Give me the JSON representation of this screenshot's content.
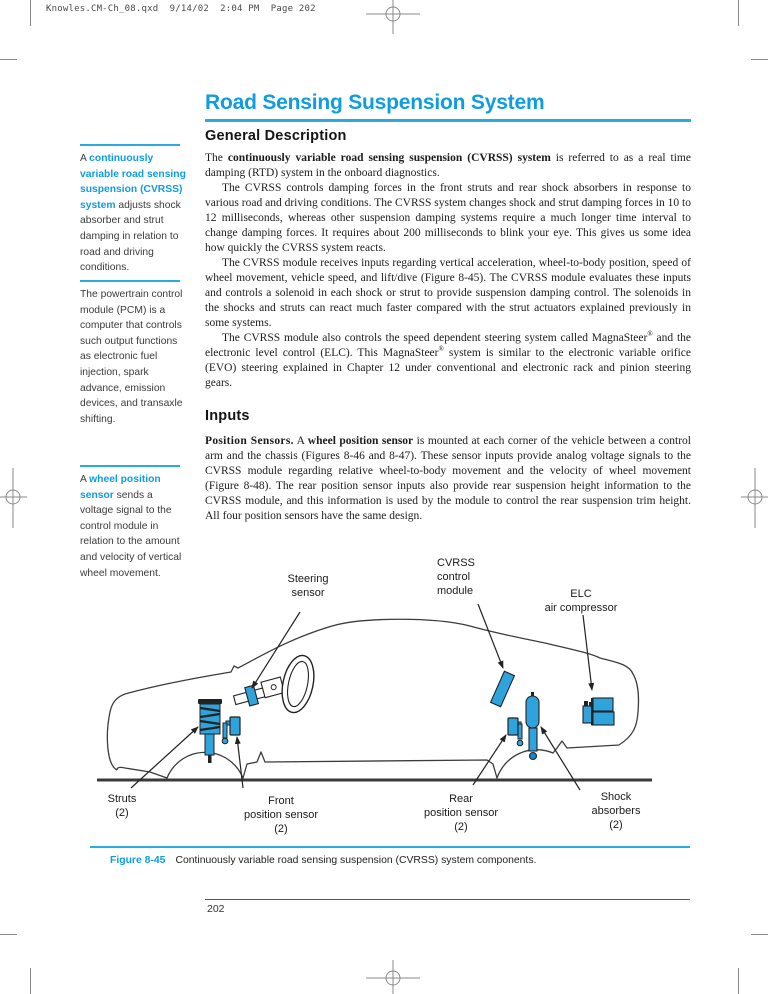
{
  "page": {
    "slug": "Knowles.CM-Ch_08.qxd  9/14/02  2:04 PM  Page 202",
    "number": "202"
  },
  "title": "Road Sensing Suspension System",
  "sidebar": [
    {
      "pre": "A ",
      "term": "continuously variable road sensing suspension (CVRSS) system",
      "post": " adjusts shock absorber and strut damping in relation to road and driving conditions."
    },
    {
      "pre": "",
      "term": "",
      "post": "The powertrain control module (PCM) is a computer that controls such output functions as electronic fuel injection, spark advance, emission devices, and transaxle shifting."
    },
    {
      "pre": "A ",
      "term": "wheel position sensor",
      "post": " sends a voltage signal to the control module in relation to the amount and velocity of vertical wheel movement."
    }
  ],
  "general_description": {
    "heading": "General Description",
    "p1_pre": "The ",
    "p1_bold": "continuously variable road sensing suspension (CVRSS) system",
    "p1_post": " is referred to as a real time damping (RTD) system in the onboard diagnostics.",
    "p2": "The CVRSS controls damping forces in the front struts and rear shock absorbers in response to various road and driving conditions. The CVRSS system changes shock and strut damping forces in 10 to 12 milliseconds, whereas other suspension damping systems require a much longer time interval to change damping forces. It requires about 200 milliseconds to blink your eye. This gives us some idea how quickly the CVRSS system reacts.",
    "p3": "The CVRSS module receives inputs regarding vertical acceleration, wheel-to-body position, speed of wheel movement, vehicle speed, and lift/dive (Figure 8-45). The CVRSS module evaluates these inputs and controls a solenoid in each shock or strut to provide suspension damping control. The solenoids in the shocks and struts can react much faster compared with the strut actuators explained previously in some systems.",
    "p4_a": "The CVRSS module also controls the speed dependent steering system called MagnaSteer",
    "p4_sup_a": "®",
    "p4_b": " and the electronic level control (ELC). This MagnaSteer",
    "p4_sup_b": "®",
    "p4_c": " system is similar to the electronic variable orifice (EVO) steering explained in Chapter 12 under conventional and electronic rack and pinion steering gears."
  },
  "inputs": {
    "heading": "Inputs",
    "p1_lead": "Position Sensors.",
    "p1_pre": " A ",
    "p1_bold": "wheel position sensor",
    "p1_post": " is mounted at each corner of the vehicle between a control arm and the chassis (Figures 8-46 and 8-47). These sensor inputs provide analog voltage signals to the CVRSS module regarding relative wheel-to-body movement and the velocity of wheel movement (Figure 8-48). The rear position sensor inputs also provide rear suspension height information to the CVRSS module, and this information is used by the module to control the rear suspension trim height. All four position sensors have the same design."
  },
  "figure": {
    "label": "Figure 8-45",
    "caption": "Continuously variable road sensing suspension (CVRSS) system components.",
    "diagram_labels": {
      "steering_sensor": [
        "Steering",
        "sensor"
      ],
      "cvrss_module": [
        "CVRSS",
        "control",
        "module"
      ],
      "elc": [
        "ELC",
        "air compressor"
      ],
      "struts": [
        "Struts",
        "(2)"
      ],
      "front_sensor": [
        "Front",
        "position sensor",
        "(2)"
      ],
      "rear_sensor": [
        "Rear",
        "position sensor",
        "(2)"
      ],
      "shocks": [
        "Shock",
        "absorbers",
        "(2)"
      ]
    }
  },
  "colors": {
    "accent_blue": "#0E9DE2",
    "rule_blue": "#29ABE2",
    "component_blue": "#2FA3DC"
  }
}
